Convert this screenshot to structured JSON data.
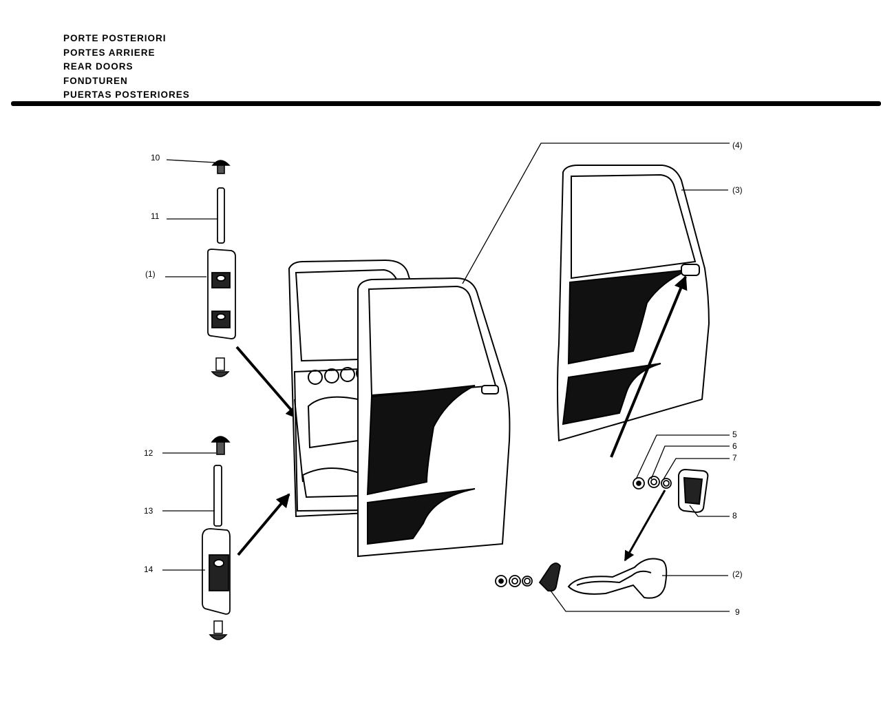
{
  "titles": [
    "PORTE POSTERIORI",
    "PORTES ARRIERE",
    "REAR DOORS",
    "FONDTUREN",
    "PUERTAS POSTERIORES"
  ],
  "callouts": [
    {
      "id": "c10",
      "text": "10"
    },
    {
      "id": "c11",
      "text": "11"
    },
    {
      "id": "c1",
      "text": "(1)"
    },
    {
      "id": "c12",
      "text": "12"
    },
    {
      "id": "c13",
      "text": "13"
    },
    {
      "id": "c14",
      "text": "14"
    },
    {
      "id": "c4",
      "text": "(4)"
    },
    {
      "id": "c3",
      "text": "(3)"
    },
    {
      "id": "c5",
      "text": "5"
    },
    {
      "id": "c6",
      "text": "6"
    },
    {
      "id": "c7",
      "text": "7"
    },
    {
      "id": "c8",
      "text": "8"
    },
    {
      "id": "c2",
      "text": "(2)"
    },
    {
      "id": "c9",
      "text": "9"
    }
  ]
}
